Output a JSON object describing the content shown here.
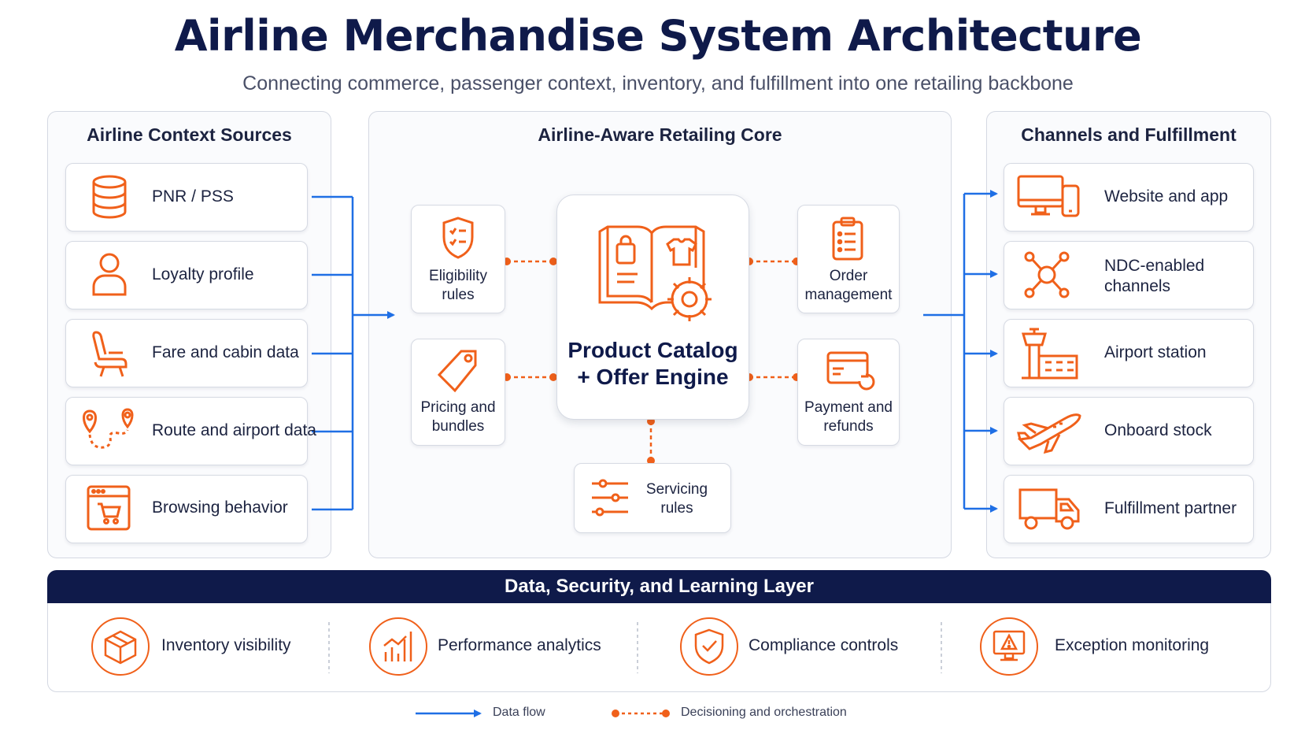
{
  "header": {
    "title": "Airline Merchandise System Architecture",
    "subtitle": "Connecting commerce, passenger context, inventory, and fulfillment into one retailing backbone"
  },
  "left_panel": {
    "title": "Airline Context Sources",
    "items": [
      {
        "label": "PNR / PSS",
        "icon": "database-icon"
      },
      {
        "label": "Loyalty profile",
        "icon": "user-icon"
      },
      {
        "label": "Fare and cabin data",
        "icon": "seat-icon"
      },
      {
        "label": "Route and airport data",
        "icon": "route-pin-icon"
      },
      {
        "label": "Browsing behavior",
        "icon": "browser-cart-icon"
      }
    ]
  },
  "core_panel": {
    "title": "Airline-Aware Retailing Core",
    "core": {
      "line1": "Product Catalog",
      "line2": "+ Offer Engine",
      "icon": "catalog-gear-icon"
    },
    "modules": [
      {
        "line1": "Eligibility",
        "line2": "rules",
        "icon": "shield-checklist-icon"
      },
      {
        "line1": "Pricing and",
        "line2": "bundles",
        "icon": "price-tag-icon"
      },
      {
        "line1": "Order",
        "line2": "management",
        "icon": "clipboard-icon"
      },
      {
        "line1": "Payment and",
        "line2": "refunds",
        "icon": "credit-card-refresh-icon"
      },
      {
        "line1": "Servicing",
        "line2": "rules",
        "icon": "sliders-icon"
      }
    ]
  },
  "right_panel": {
    "title": "Channels and Fulfillment",
    "items": [
      {
        "label": "Website and app",
        "icon": "desktop-mobile-icon"
      },
      {
        "line1": "NDC-enabled",
        "line2": "channels",
        "icon": "network-hub-icon"
      },
      {
        "label": "Airport station",
        "icon": "airport-tower-icon"
      },
      {
        "label": "Onboard stock",
        "icon": "airplane-icon"
      },
      {
        "label": "Fulfillment partner",
        "icon": "truck-icon"
      }
    ]
  },
  "layer": {
    "title": "Data, Security, and Learning Layer",
    "items": [
      {
        "label": "Inventory visibility",
        "icon": "cube-box-icon"
      },
      {
        "label": "Performance analytics",
        "icon": "bar-chart-icon"
      },
      {
        "label": "Compliance controls",
        "icon": "shield-check-icon"
      },
      {
        "label": "Exception monitoring",
        "icon": "monitor-warning-icon"
      }
    ]
  },
  "legend": {
    "data_flow": "Data flow",
    "decisioning": "Decisioning and orchestration"
  },
  "colors": {
    "accent_orange": "#f0601a",
    "flow_blue": "#1f6fe5",
    "navy": "#0f1a4a"
  }
}
